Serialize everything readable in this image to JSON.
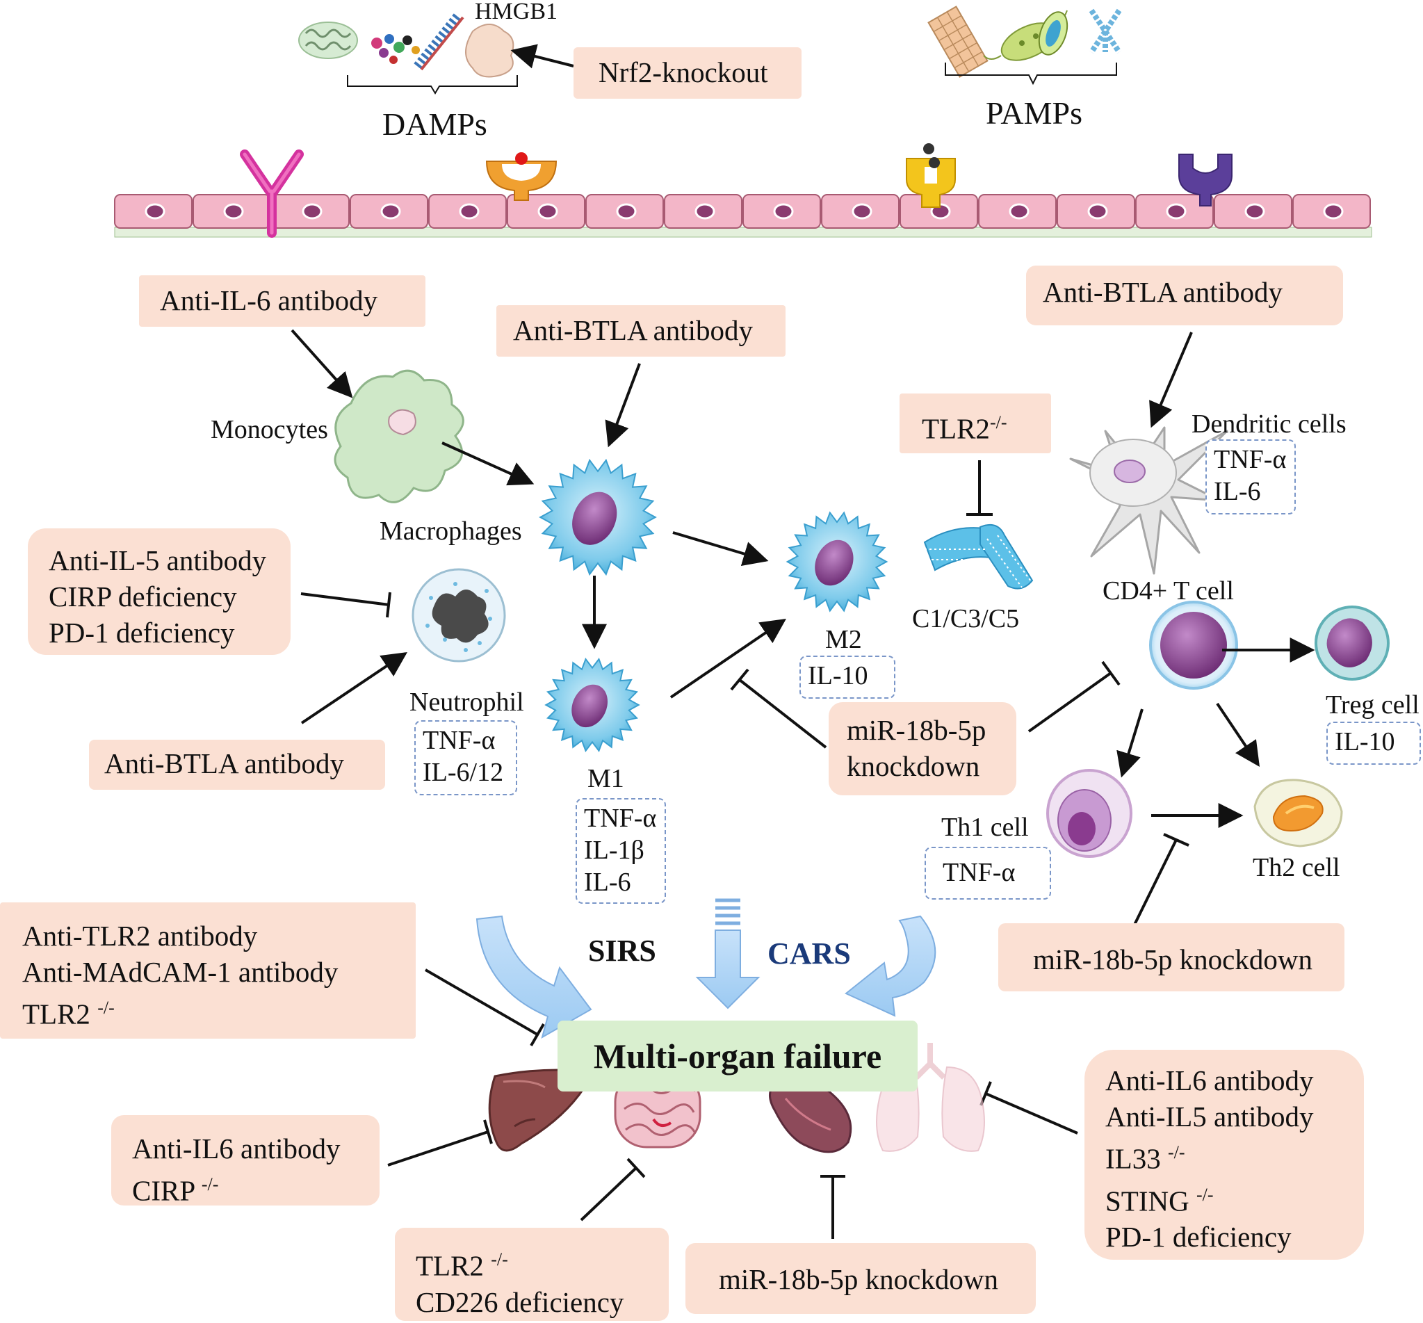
{
  "top": {
    "hmgb1": "HMGB1",
    "nrf2_box": "Nrf2-knockout",
    "damps": "DAMPs",
    "pamps": "PAMPs"
  },
  "boxes": {
    "anti_il6_top": "Anti-IL-6 antibody",
    "anti_btla_center": "Anti-BTLA antibody",
    "anti_btla_right": "Anti-BTLA antibody",
    "tlr2_box": "TLR2",
    "tlr2_box_sup": "-/-",
    "left_mid": [
      "Anti-IL-5 antibody",
      "CIRP deficiency",
      "PD-1 deficiency"
    ],
    "anti_btla_left": "Anti-BTLA antibody",
    "mir_center": [
      "miR-18b-5p",
      "knockdown"
    ],
    "mir_right": "miR-18b-5p knockdown",
    "left_bottom": [
      "Anti-TLR2 antibody",
      "Anti-MAdCAM-1 antibody",
      "TLR2"
    ],
    "left_bottom_sup": "-/-",
    "liver_box": [
      "Anti-IL6 antibody",
      "CIRP"
    ],
    "liver_box_sup": "-/-",
    "gut_box": [
      "TLR2",
      "CD226 deficiency"
    ],
    "gut_box_sup": "-/-",
    "kidney_box": "miR-18b-5p knockdown",
    "lung_box": [
      "Anti-IL6 antibody",
      "Anti-IL5 antibody",
      "IL33",
      "STING",
      "PD-1 deficiency"
    ],
    "lung_box_sup": "-/-"
  },
  "cells": {
    "monocytes": "Monocytes",
    "macrophages": "Macrophages",
    "neutrophil": "Neutrophil",
    "m1": "M1",
    "m2": "M2",
    "complement": "C1/C3/C5",
    "dendritic": "Dendritic cells",
    "cd4": "CD4+ T cell",
    "treg": "Treg cell",
    "th1": "Th1 cell",
    "th2": "Th2 cell"
  },
  "cytokines": {
    "neutrophil": [
      "TNF-α",
      "IL-6/12"
    ],
    "m1": [
      "TNF-α",
      "IL-1β",
      "IL-6"
    ],
    "m2": "IL-10",
    "dendritic": [
      "TNF-α",
      "IL-6"
    ],
    "treg": "IL-10",
    "th1": "TNF-α"
  },
  "outcome": {
    "sirs": "SIRS",
    "cars": "CARS",
    "mof": "Multi-organ failure"
  },
  "colors": {
    "box_fill": "#fbe0d3",
    "mof_fill": "#d9efcf",
    "cars_text": "#1a3a7a",
    "cell_blue": "#4db7e0",
    "nucleus_purple": "#8a3b8f",
    "epithelium": "#f3b6c8"
  }
}
